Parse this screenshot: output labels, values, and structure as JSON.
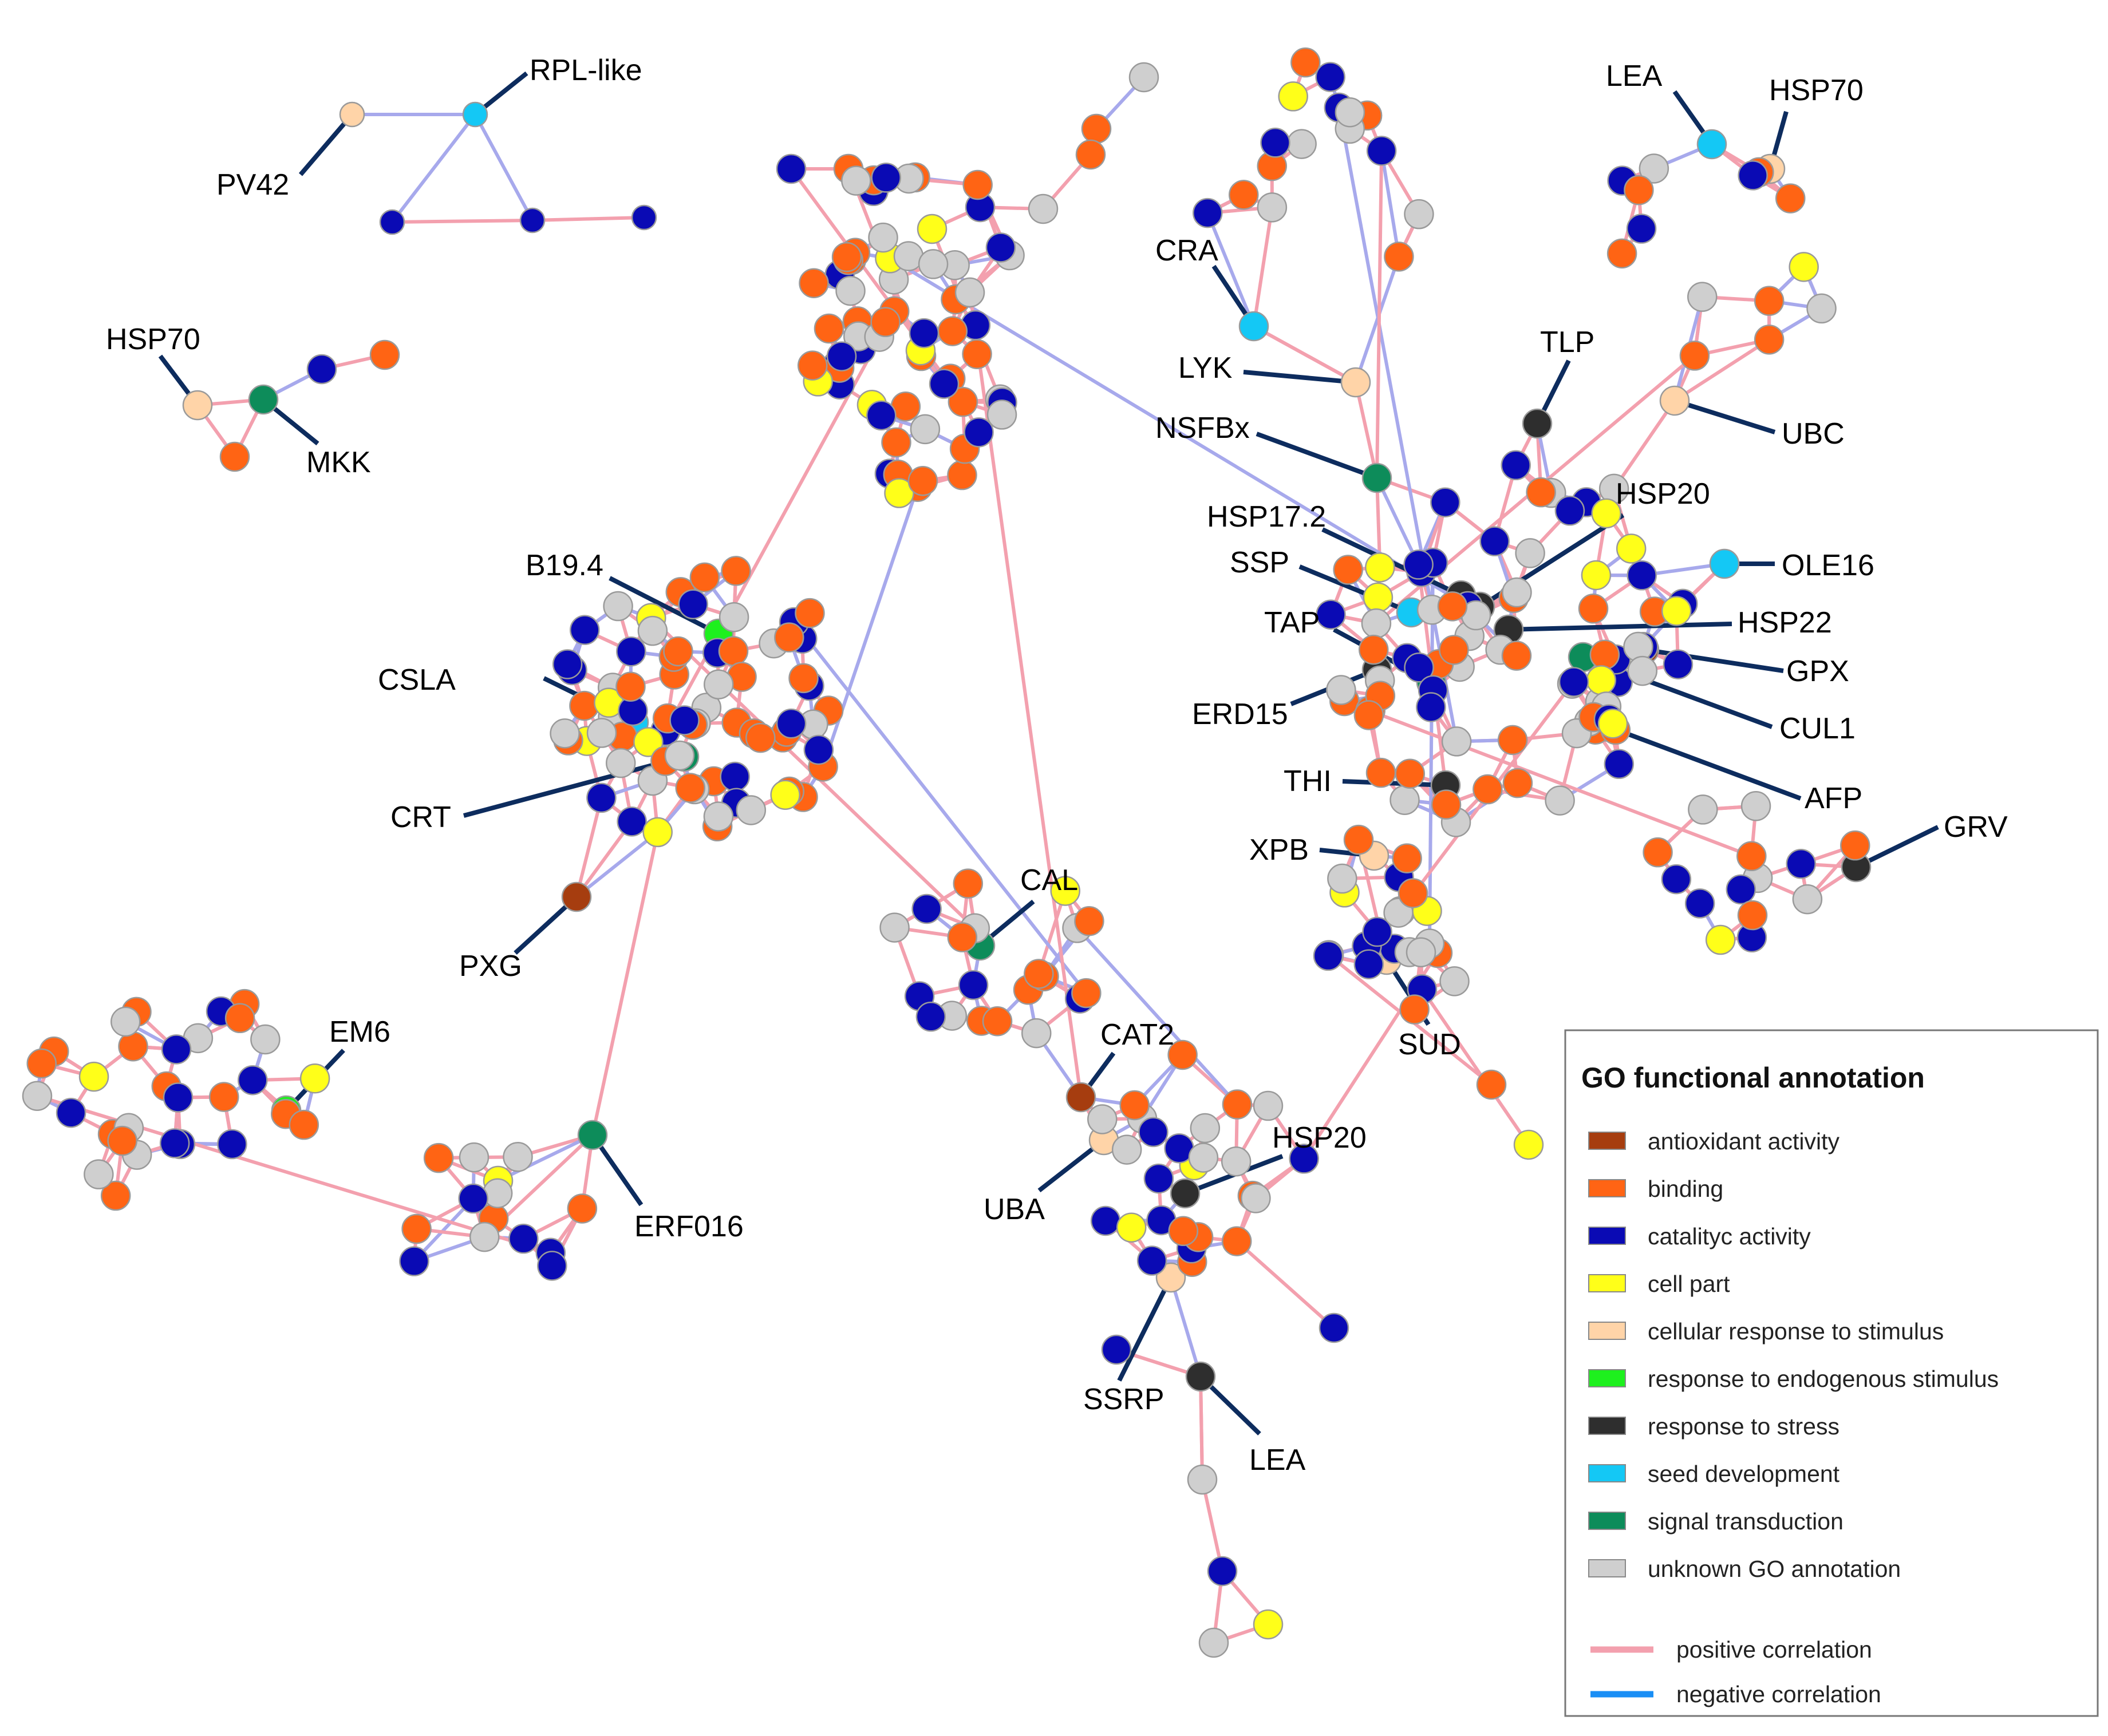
{
  "colors": {
    "positive_edge": "#f3a0ae",
    "negative_edge": "#a7a9ec",
    "leader": "#0d2c5e",
    "node_stroke": "#9a9a9a"
  },
  "node_palette": {
    "ant": "#a63d0f",
    "bin": "#ff6414",
    "cat": "#0a0ab4",
    "cel": "#ffff19",
    "crs": "#ffd4a8",
    "end": "#1ef01e",
    "str": "#2e2e2e",
    "sd": "#14c8f5",
    "sig": "#0d8c5a",
    "unk": "#cfcfcf"
  },
  "gene_labels": [
    "RPL-like",
    "PV42",
    "HSP70",
    "MKK",
    "B19.4",
    "CSLA",
    "CRT",
    "PXG",
    "EM6",
    "ERF016",
    "CAL",
    "CAT2",
    "UBA",
    "HSP20",
    "SSRP",
    "LEA",
    "CRA",
    "LYK",
    "NSFBx",
    "TLP",
    "LEA",
    "HSP70",
    "UBC",
    "HSP17.2",
    "HSP20",
    "SSP",
    "OLE16",
    "TAP",
    "HSP22",
    "GPX",
    "ERD15",
    "CUL1",
    "AFP",
    "THI",
    "GRV",
    "XPB",
    "SUD"
  ],
  "legend": {
    "title": "GO functional annotation",
    "items": [
      {
        "label": "antioxidant activity",
        "color": "#a63d0f"
      },
      {
        "label": "binding",
        "color": "#ff6414"
      },
      {
        "label": "catalityc activity",
        "color": "#0a0ab4"
      },
      {
        "label": "cell part",
        "color": "#ffff19"
      },
      {
        "label": "cellular response to stimulus",
        "color": "#ffd4a8"
      },
      {
        "label": "response to endogenous stimulus",
        "color": "#1ef01e"
      },
      {
        "label": "response to stress",
        "color": "#2e2e2e"
      },
      {
        "label": "seed development",
        "color": "#14c8f5"
      },
      {
        "label": "signal transduction",
        "color": "#0d8c5a"
      },
      {
        "label": "unknown GO annotation",
        "color": "#cfcfcf"
      }
    ],
    "edges": [
      {
        "label": "positive correlation",
        "color": "#f3a0ae"
      },
      {
        "label": "negative correlation",
        "color": "#1a8ef5"
      }
    ]
  }
}
